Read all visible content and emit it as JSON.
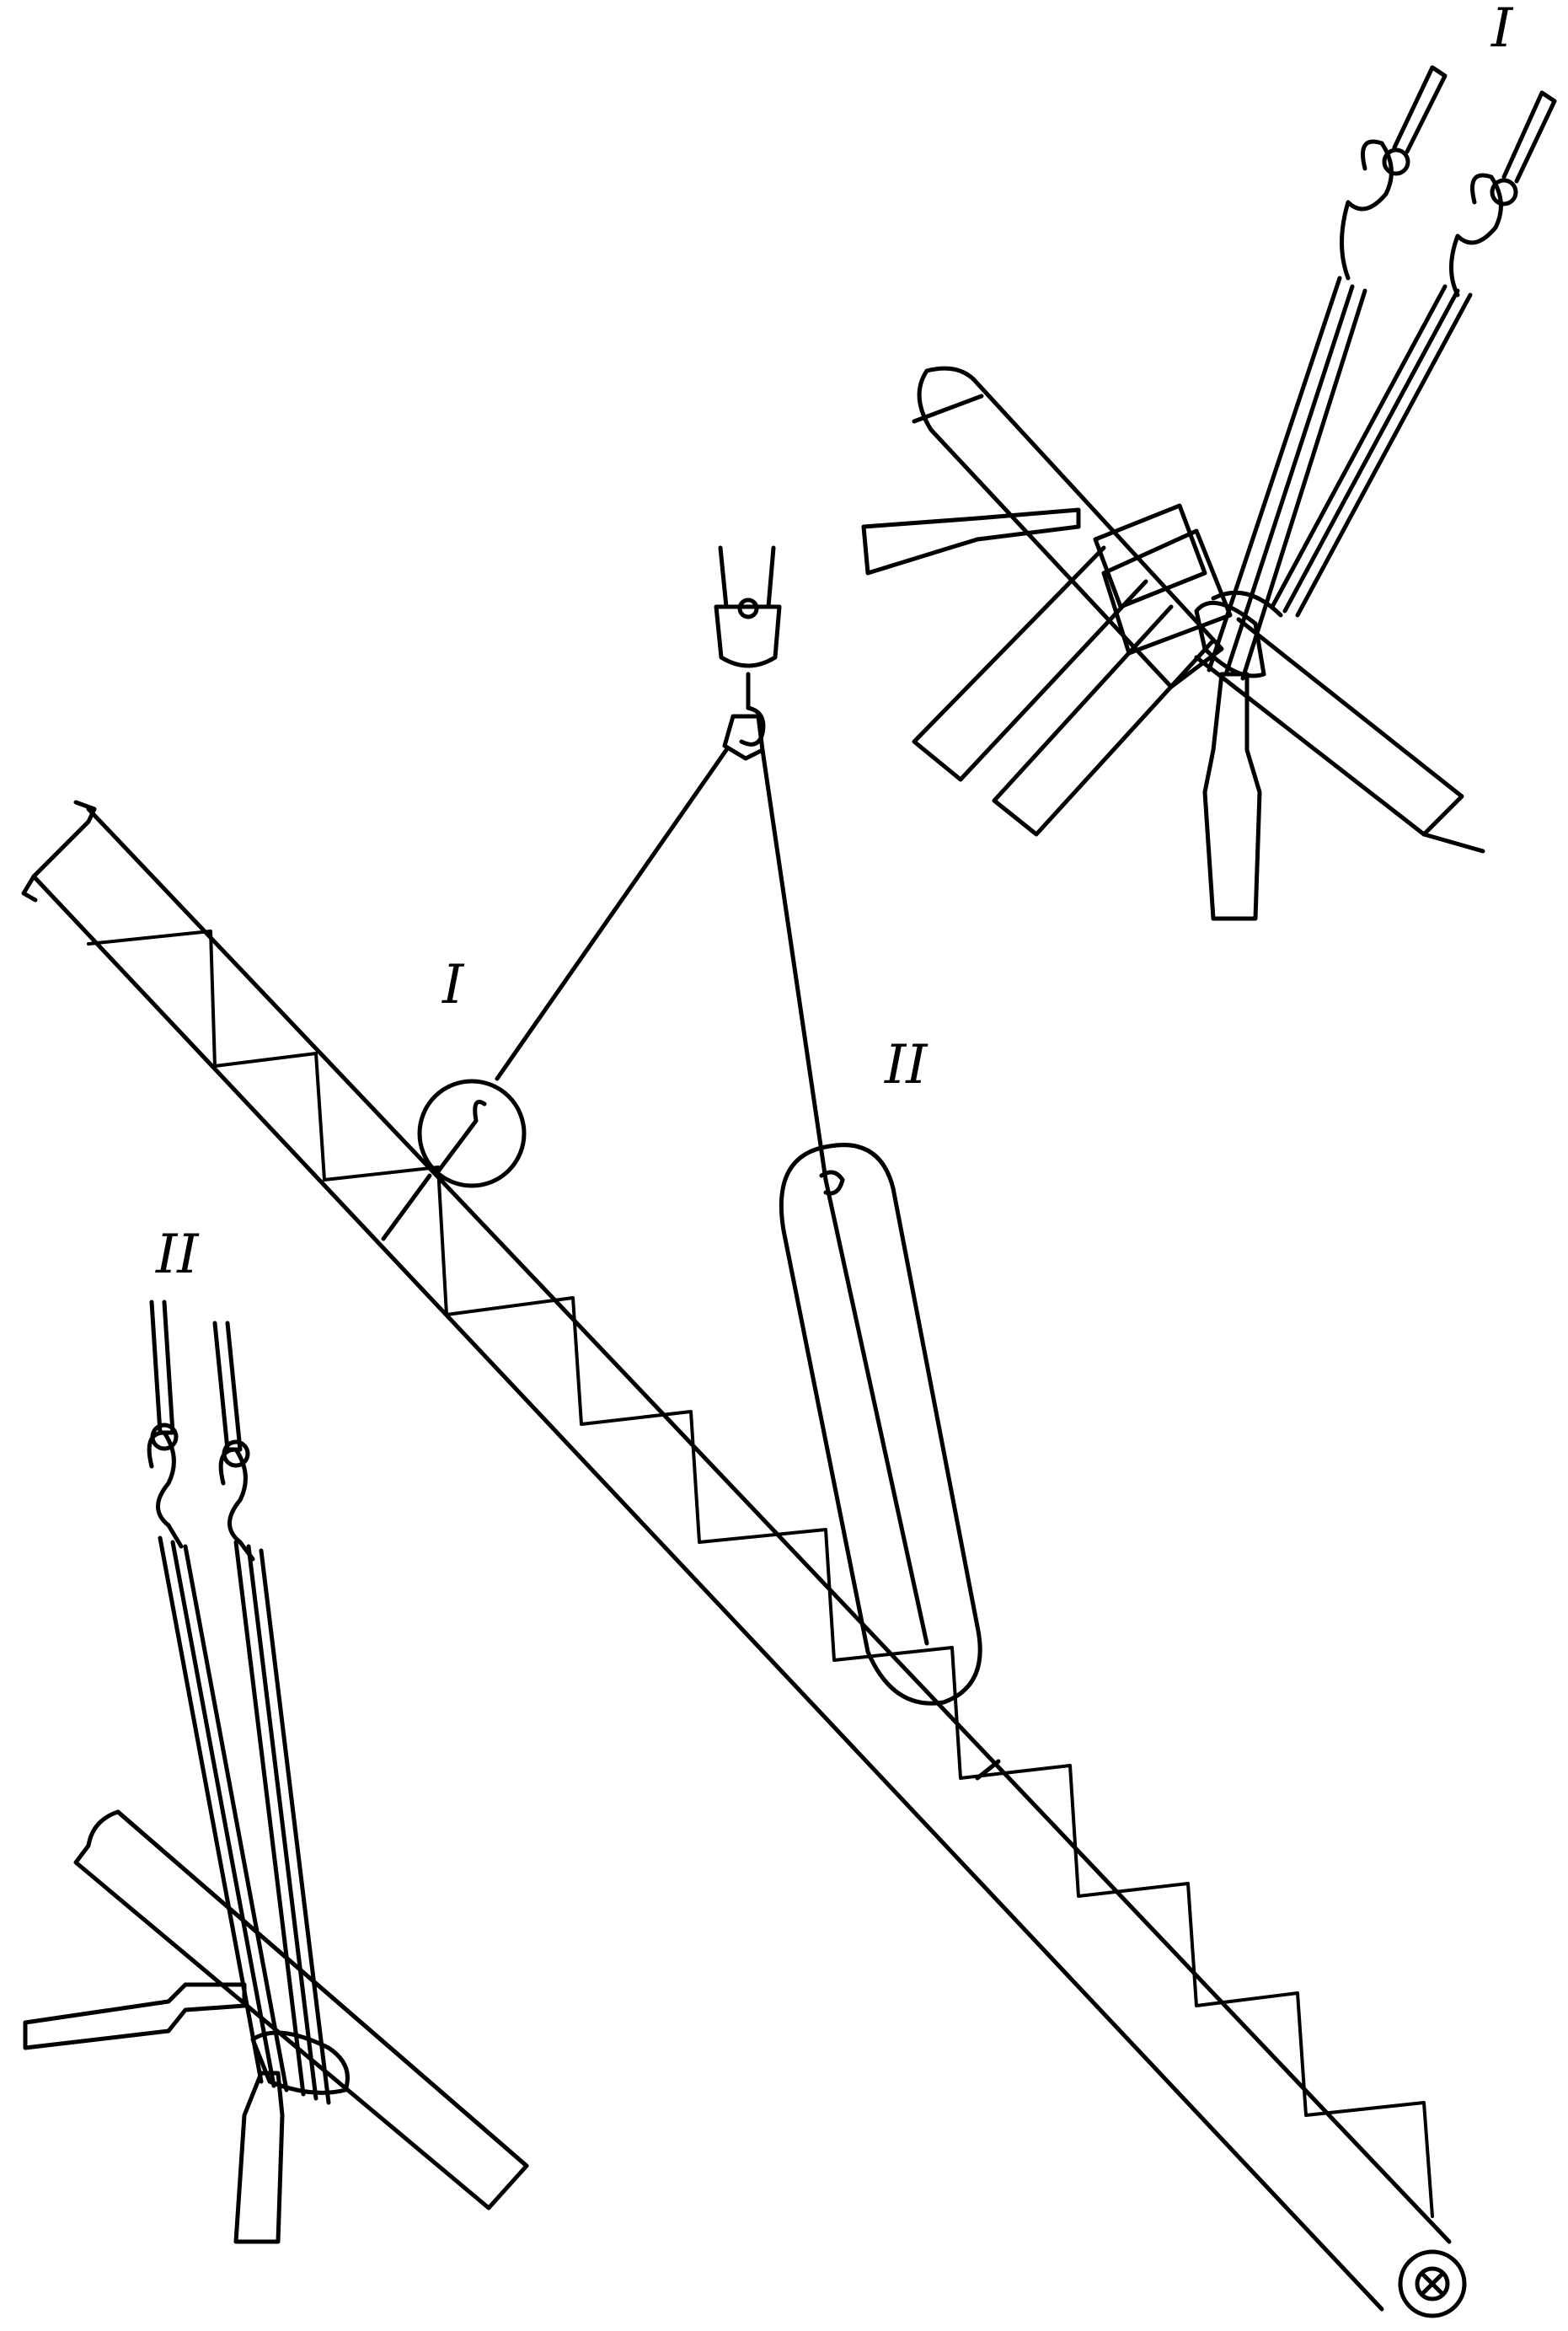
{
  "labels": {
    "detail_one_marker": "I",
    "detail_two_marker": "II",
    "detail_one_title": "I",
    "detail_two_title": "II"
  },
  "colors": {
    "ink": "#000000",
    "background": "#ffffff"
  }
}
